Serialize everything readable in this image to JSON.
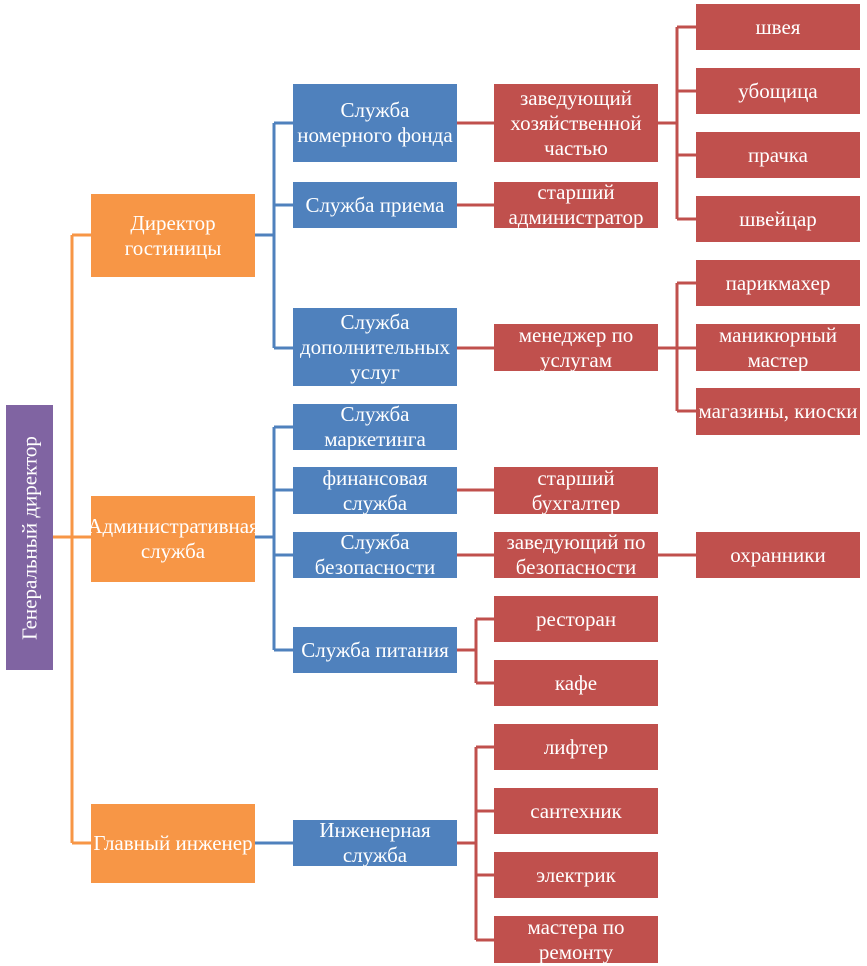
{
  "colors": {
    "root": "#8064a2",
    "level1": "#f79646",
    "level2": "#4f81bd",
    "level3": "#c0504d"
  },
  "root": {
    "label": "Генеральный директор"
  },
  "level1": {
    "director": "Директор гостиницы",
    "admin": "Административная служба",
    "engineer": "Главный инженер"
  },
  "level2": {
    "rooms": "Служба номерного фонда",
    "reception": "Служба приема",
    "extra": "Служба дополнительных услуг",
    "marketing": "Служба маркетинга",
    "finance": "финансовая служба",
    "security": "Служба безопасности",
    "food": "Служба питания",
    "engineering": "Инженерная служба"
  },
  "level3": {
    "housekeeper": "заведующий хозяйственной частью",
    "senior_admin": "старший администратор",
    "service_manager": "менеджер по услугам",
    "accountant": "старший бухгалтер",
    "security_head": "заведующий по безопасности",
    "restaurant": "ресторан",
    "cafe": "кафе",
    "lifter": "лифтер",
    "plumber": "сантехник",
    "electrician": "электрик",
    "repair": "мастера по ремонту"
  },
  "level4": {
    "seamstress": "швея",
    "cleaner": "убощица",
    "laundress": "прачка",
    "doorman": "швейцар",
    "hairdresser": "парикмахер",
    "manicure": "маникюрный мастер",
    "shops": "магазины, киоски",
    "guards": "охранники"
  }
}
